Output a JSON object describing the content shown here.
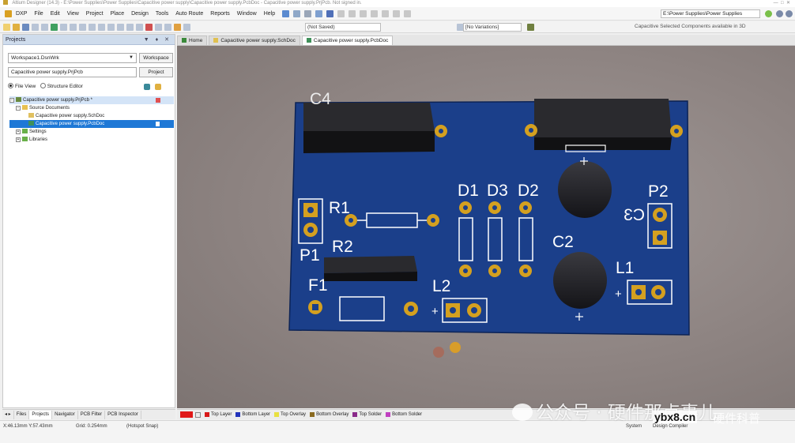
{
  "window": {
    "title": "Altium Designer (14.3) - E:\\Power Supplies\\Power Supplies\\Capacitive power supply\\Capacitive power supply.PcbDoc - Capacitive power supply.PrjPcb. Not signed in."
  },
  "menu": {
    "items": [
      "DXP",
      "File",
      "Edit",
      "View",
      "Project",
      "Place",
      "Design",
      "Tools",
      "Auto Route",
      "Reports",
      "Window",
      "Help"
    ],
    "path": "E:\\Power Supplies\\Power Supplies"
  },
  "toolbar": {
    "filter_combo": "(Not Saved)",
    "variant_combo": "[No Variations]",
    "right_text": "Capacitive Selected Components  available in 3D"
  },
  "projects_panel": {
    "title": "Projects",
    "header_icons": "▼ ♦ ✕",
    "workspace": "Workspace1.DsnWrk",
    "workspace_button": "Workspace",
    "project": "Capacitive power supply.PrjPcb",
    "project_button": "Project",
    "view_file": "File View",
    "view_structure": "Structure Editor",
    "tree": [
      {
        "label": "Capacitive power supply.PrjPcb *",
        "level": 0,
        "kind": "project"
      },
      {
        "label": "Source Documents",
        "level": 1,
        "kind": "folder"
      },
      {
        "label": "Capacitive power supply.SchDoc",
        "level": 2,
        "kind": "sch"
      },
      {
        "label": "Capacitive power supply.PcbDoc",
        "level": 2,
        "kind": "pcb",
        "selected": true
      },
      {
        "label": "Settings",
        "level": 1,
        "kind": "folder"
      },
      {
        "label": "Libraries",
        "level": 1,
        "kind": "folder"
      }
    ],
    "tabs": [
      "Files",
      "Projects",
      "Navigator",
      "PCB Filter",
      "PCB Inspector"
    ]
  },
  "doc_tabs": [
    "Home",
    "Capacitive power supply.SchDoc",
    "Capacitive power supply.PcbDoc"
  ],
  "pcb": {
    "board_color": "#1b3f8a",
    "designators": {
      "c4": "C4",
      "r1": "R1",
      "r2": "R2",
      "d1": "D1",
      "d3": "D3",
      "d2": "D2",
      "c2": "C2",
      "c3": "C3",
      "p1": "P1",
      "p2": "P2",
      "f1": "F1",
      "l1": "L1",
      "l2": "L2",
      "plus": "+"
    }
  },
  "layers": [
    {
      "name": "Top Layer",
      "color": "#d81818"
    },
    {
      "name": "Bottom Layer",
      "color": "#2233bb"
    },
    {
      "name": "Top Overlay",
      "color": "#e8e040"
    },
    {
      "name": "Bottom Overlay",
      "color": "#8a6a20"
    },
    {
      "name": "Top Solder",
      "color": "#8a2a8a"
    },
    {
      "name": "Bottom Solder",
      "color": "#c040c0"
    }
  ],
  "status": {
    "coords": "X:46.13mm Y:57.43mm",
    "grid": "Grid: 0.254mm",
    "snap": "(Hotspot Snap)",
    "system": "System",
    "design_compiler": "Design Compiler"
  },
  "watermark": {
    "text": "公众号 · 硬件那点事儿",
    "site": "ybx8.cn",
    "logo": "硬件科普"
  }
}
